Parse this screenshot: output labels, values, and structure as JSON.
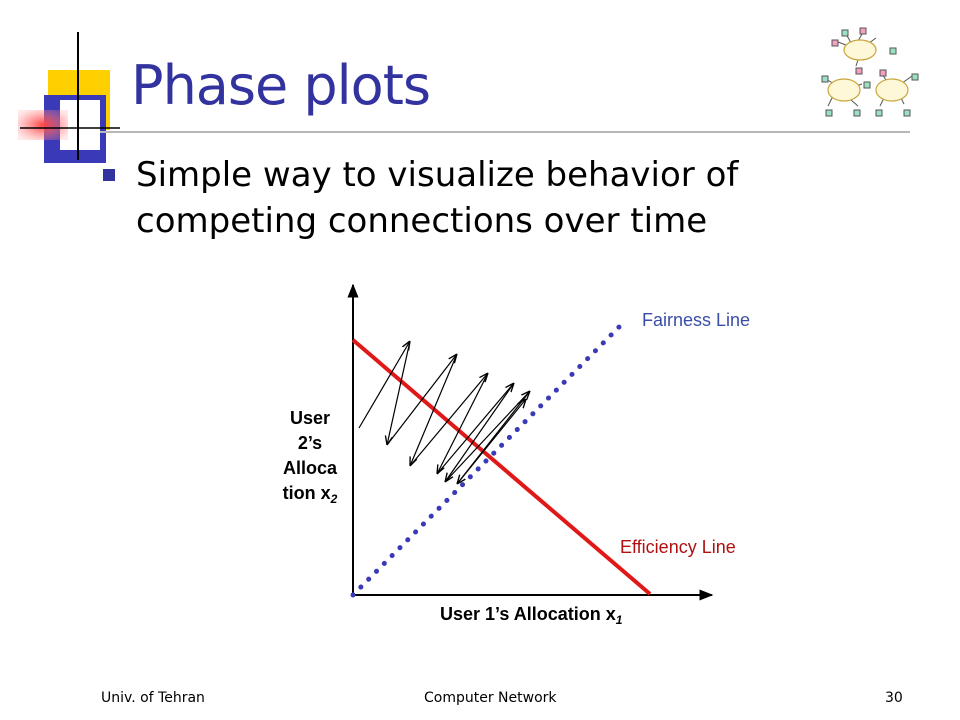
{
  "slide": {
    "title": "Phase plots",
    "bullets": [
      "Simple way to visualize behavior of competing connections over time"
    ]
  },
  "diagram": {
    "y_axis_label_lines": [
      "User",
      "2’s",
      "Alloca",
      "tion x"
    ],
    "y_axis_label_subscript": "2",
    "x_axis_label": "User 1’s Allocation x",
    "x_axis_label_subscript": "1",
    "fairness_line_label": "Fairness Line",
    "efficiency_line_label": "Efficiency Line",
    "colors": {
      "fairness": "#3a3ab8",
      "efficiency": "#e01818",
      "arrows": "#000000"
    }
  },
  "footer": {
    "left": "Univ. of Tehran",
    "center": "Computer Network",
    "page": "30"
  },
  "icons": {
    "logo": "network-clouds-icon"
  }
}
